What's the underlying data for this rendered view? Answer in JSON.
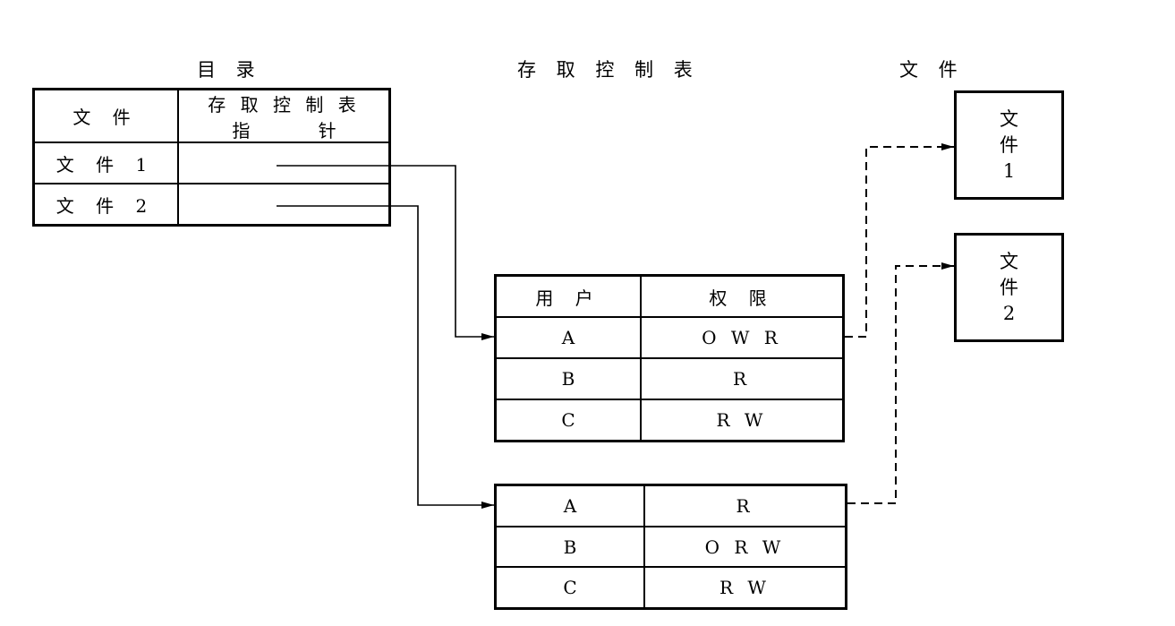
{
  "headings": {
    "directory": "目 录",
    "acl": "存 取 控 制 表",
    "files": "文 件"
  },
  "directory_table": {
    "header": {
      "file": "文 件",
      "pointer_line1": "存 取 控 制 表",
      "pointer_line2": "指 针"
    },
    "rows": [
      {
        "file": "文 件 1"
      },
      {
        "file": "文 件 2"
      }
    ]
  },
  "acl_table_1": {
    "header": {
      "user": "用 户",
      "rights": "权 限"
    },
    "rows": [
      {
        "user": "A",
        "rights": "O W R"
      },
      {
        "user": "B",
        "rights": "R"
      },
      {
        "user": "C",
        "rights": "R W"
      }
    ]
  },
  "acl_table_2": {
    "rows": [
      {
        "user": "A",
        "rights": "R"
      },
      {
        "user": "B",
        "rights": "O R W"
      },
      {
        "user": "C",
        "rights": "R W"
      }
    ]
  },
  "files": [
    {
      "line1": "文",
      "line2": "件",
      "line3": "1"
    },
    {
      "line1": "文",
      "line2": "件",
      "line3": "2"
    }
  ]
}
